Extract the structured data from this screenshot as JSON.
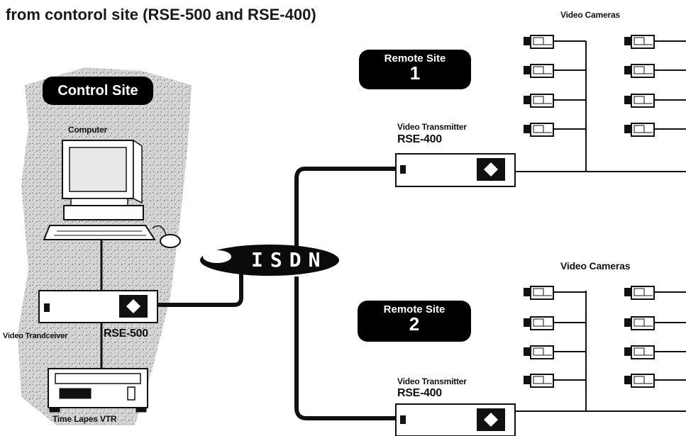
{
  "heading": "from contorol site (RSE-500 and RSE-400)",
  "control_site": {
    "badge": "Control Site",
    "computer_label": "Computer",
    "transceiver_label": "Video Trandceiver",
    "transceiver_model": "RSE-500",
    "vtr_label": "Time Lapes VTR"
  },
  "isdn_label": "ISDN",
  "remote_site_1": {
    "badge_line1": "Remote Site",
    "badge_line2": "1",
    "transmitter_label": "Video Transmitter",
    "transmitter_model": "RSE-400",
    "cameras_label": "Video Cameras"
  },
  "remote_site_2": {
    "badge_line1": "Remote Site",
    "badge_line2": "2",
    "transmitter_label": "Video Transmitter",
    "transmitter_model": "RSE-400",
    "cameras_label": "Video Cameras"
  }
}
